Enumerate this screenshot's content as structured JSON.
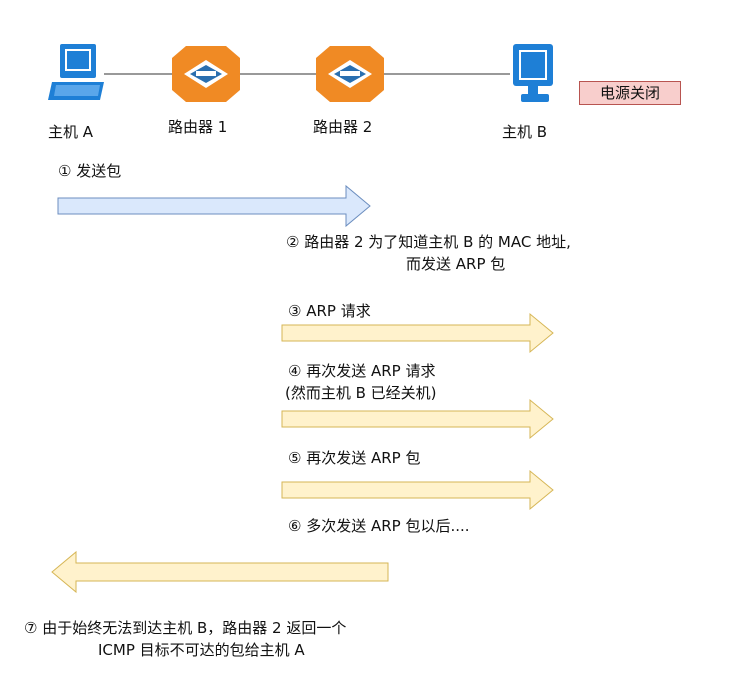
{
  "nodes": {
    "host_a": "主机 A",
    "router_1": "路由器 1",
    "router_2": "路由器 2",
    "host_b": "主机 B"
  },
  "status_badge": "电源关闭",
  "steps": {
    "s1": "① 发送包",
    "s2_line1": "② 路由器 2 为了知道主机 B 的 MAC 地址,",
    "s2_line2": "而发送 ARP 包",
    "s3": "③ ARP 请求",
    "s4_line1": "④ 再次发送 ARP 请求",
    "s4_line2": "(然而主机 B 已经关机)",
    "s5": "⑤ 再次发送 ARP 包",
    "s6": "⑥ 多次发送 ARP 包以后....",
    "s7_line1": "⑦ 由于始终无法到达主机 B，路由器 2 返回一个",
    "s7_line2": "ICMP 目标不可达的包给主机 A"
  },
  "colors": {
    "monitor_blue": "#1e7fd6",
    "router_orange": "#f08a24",
    "blue_arrow_fill": "#dae8fc",
    "blue_arrow_stroke": "#6c8ebf",
    "yellow_arrow_fill": "#fff2cc",
    "yellow_arrow_stroke": "#d6b656",
    "badge_fill": "#f8cecc",
    "badge_stroke": "#b85450"
  },
  "icons": [
    "computer-monitor-icon",
    "router-icon",
    "router-icon",
    "computer-monitor-icon"
  ]
}
